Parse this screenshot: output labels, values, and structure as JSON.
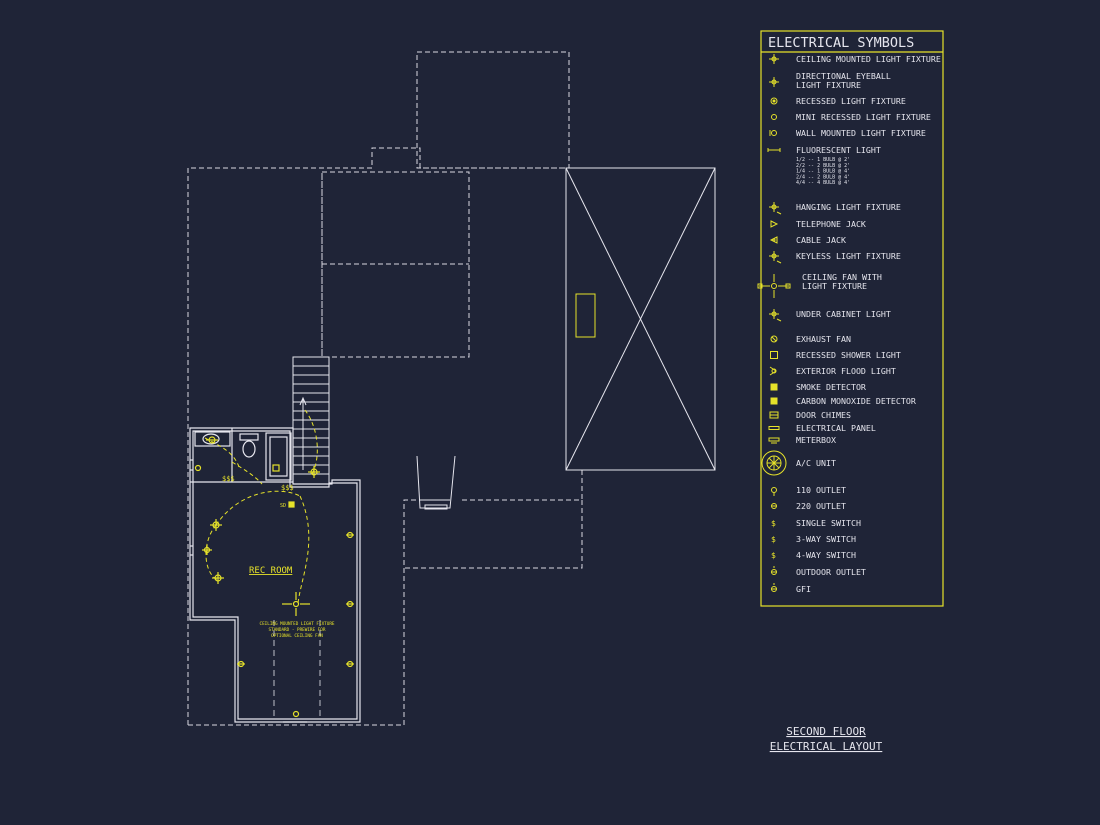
{
  "colors": {
    "background": "#1f2437",
    "wall_line": "#e6e6ee",
    "symbol_yellow": "#e6e22a"
  },
  "floorplan": {
    "room_label": "REC ROOM",
    "fixture_note": [
      "CEILING MOUNTED LIGHT FIXTURE",
      "STANDARD - PREWIRE FOR",
      "OPTIONAL CEILING FAN"
    ],
    "smoke_detector_tag": "SD"
  },
  "title_block": {
    "line1": "SECOND FLOOR",
    "line2": "ELECTRICAL LAYOUT"
  },
  "legend": {
    "title": "ELECTRICAL SYMBOLS",
    "items": [
      {
        "icon": "ceiling-light-icon",
        "label": "CEILING MOUNTED LIGHT FIXTURE"
      },
      {
        "icon": "eyeball-light-icon",
        "label": "DIRECTIONAL EYEBALL",
        "label2": "LIGHT FIXTURE"
      },
      {
        "icon": "recessed-light-icon",
        "label": "RECESSED LIGHT FIXTURE"
      },
      {
        "icon": "mini-recessed-light-icon",
        "label": "MINI RECESSED LIGHT FIXTURE"
      },
      {
        "icon": "wall-light-icon",
        "label": "WALL MOUNTED LIGHT FIXTURE"
      },
      {
        "icon": "fluorescent-light-icon",
        "label": "FLUORESCENT LIGHT",
        "sub": [
          "1/2 -- 1 BULB @ 2'",
          "2/2 -- 2 BULB @ 2'",
          "1/4 -- 1 BULB @ 4'",
          "2/4 -- 2 BULB @ 4'",
          "4/4 -- 4 BULB @ 4'"
        ]
      },
      {
        "icon": "hanging-light-icon",
        "label": "HANGING LIGHT FIXTURE"
      },
      {
        "icon": "telephone-jack-icon",
        "label": "TELEPHONE JACK"
      },
      {
        "icon": "cable-jack-icon",
        "label": "CABLE JACK"
      },
      {
        "icon": "keyless-light-icon",
        "label": "KEYLESS LIGHT FIXTURE"
      },
      {
        "icon": "ceiling-fan-icon",
        "label": "CEILING FAN WITH",
        "label2": "LIGHT FIXTURE"
      },
      {
        "icon": "under-cabinet-light-icon",
        "label": "UNDER CABINET LIGHT"
      },
      {
        "icon": "exhaust-fan-icon",
        "label": "EXHAUST FAN"
      },
      {
        "icon": "recessed-shower-light-icon",
        "label": "RECESSED SHOWER LIGHT"
      },
      {
        "icon": "flood-light-icon",
        "label": "EXTERIOR FLOOD LIGHT"
      },
      {
        "icon": "smoke-detector-icon",
        "label": "SMOKE DETECTOR"
      },
      {
        "icon": "co-detector-icon",
        "label": "CARBON MONOXIDE DETECTOR"
      },
      {
        "icon": "door-chimes-icon",
        "label": "DOOR CHIMES"
      },
      {
        "icon": "electrical-panel-icon",
        "label": "ELECTRICAL PANEL"
      },
      {
        "icon": "meterbox-icon",
        "label": "METERBOX"
      },
      {
        "icon": "ac-unit-icon",
        "label": "A/C UNIT"
      },
      {
        "icon": "outlet-110-icon",
        "label": "110 OUTLET"
      },
      {
        "icon": "outlet-220-icon",
        "label": "220 OUTLET"
      },
      {
        "icon": "single-switch-icon",
        "label": "SINGLE SWITCH"
      },
      {
        "icon": "three-way-switch-icon",
        "label": "3-WAY SWITCH"
      },
      {
        "icon": "four-way-switch-icon",
        "label": "4-WAY SWITCH"
      },
      {
        "icon": "outdoor-outlet-icon",
        "label": "OUTDOOR OUTLET"
      },
      {
        "icon": "gfi-outlet-icon",
        "label": "GFI"
      }
    ]
  }
}
